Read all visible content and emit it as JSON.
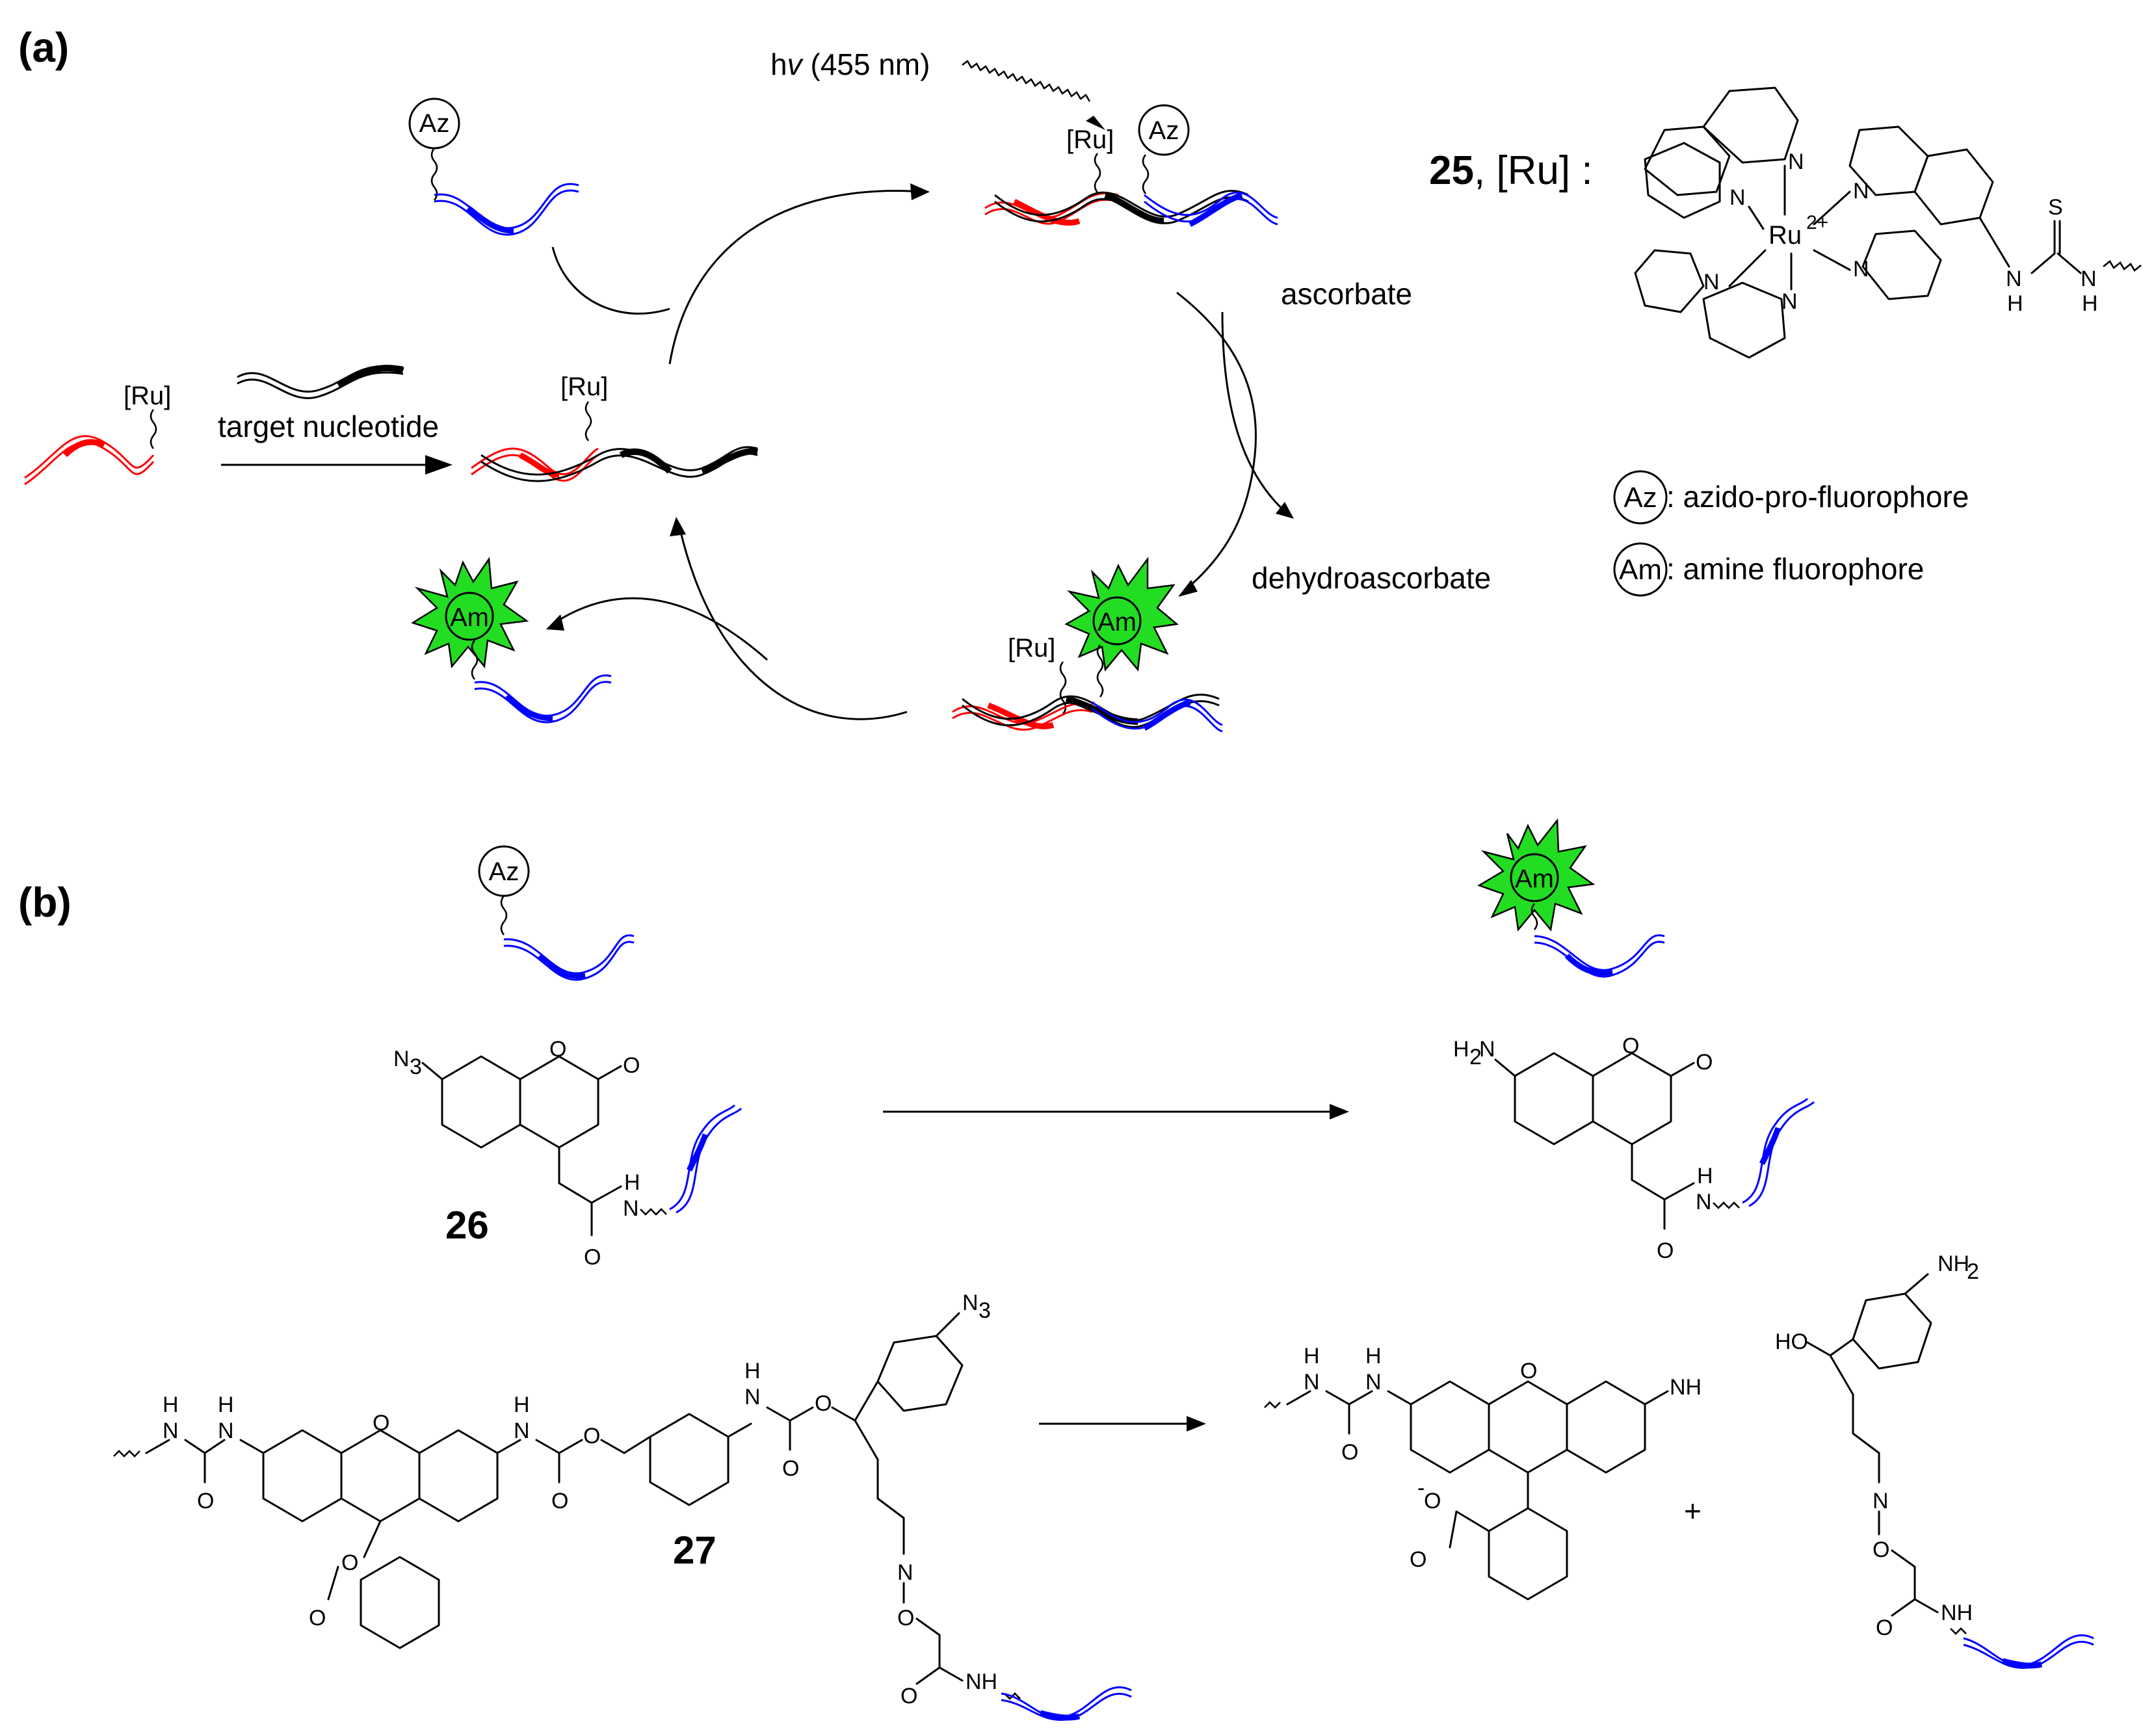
{
  "panels": {
    "a": "(a)",
    "b": "(b)"
  },
  "light": {
    "prefix": "h",
    "nu": "v",
    "suffix": " (455 nm)"
  },
  "reagents": {
    "target": "target nucleotide",
    "ascorbate": "ascorbate",
    "dehydroascorbate": "dehydroascorbate"
  },
  "badges": {
    "ru": "[Ru]",
    "az": "Az",
    "am": "Am"
  },
  "ru_complex": {
    "title_num": "25",
    "title_rest": ", [Ru] :",
    "metal": "Ru",
    "charge": "2+",
    "N": "N",
    "H": "H",
    "S": "S"
  },
  "legend": {
    "az_symbol": "Az",
    "az_text": ": azido-pro-fluorophore",
    "am_symbol": "Am",
    "am_text": ": amine fluorophore"
  },
  "compounds": {
    "c26": "26",
    "c27": "27"
  },
  "atoms": {
    "N3": "N",
    "N3_sub": "3",
    "H2N": "H",
    "H2N_sub": "2",
    "H2N_N": "N",
    "O": "O",
    "H": "H",
    "N": "N",
    "NH": "NH",
    "HO": "HO",
    "NH2": "NH",
    "NH2_sub": "2",
    "minus": "-"
  },
  "plus": "+",
  "colors": {
    "red": "#ff0000",
    "blue": "#0000ff",
    "black": "#000000",
    "green": "#22dd22"
  }
}
